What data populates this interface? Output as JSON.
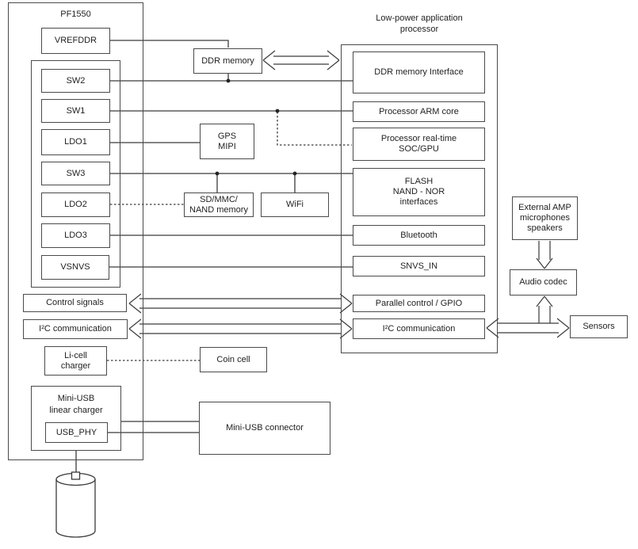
{
  "colors": {
    "background": "#ffffff",
    "line": "#3a3a3a",
    "box_border": "#4a4a4a",
    "text": "#1f1f1f"
  },
  "pf1550": {
    "title": "PF1550",
    "vrefddr": "VREFDDR",
    "regulators": [
      "SW2",
      "SW1",
      "LDO1",
      "SW3",
      "LDO2",
      "LDO3",
      "VSNVS"
    ],
    "control_signals": "Control signals",
    "i2c_communication": "I²C communication",
    "li_cell_charger": "Li-cell\ncharger",
    "mini_usb_linear_charger": "Mini-USB\nlinear charger",
    "usb_phy": "USB_PHY"
  },
  "peripherals": {
    "ddr_memory": "DDR memory",
    "gps_mipi": "GPS\nMIPI",
    "sd_mmc_nand": "SD/MMC/\nNAND memory",
    "wifi": "WiFi",
    "coin_cell": "Coin cell",
    "mini_usb_connector": "Mini-USB connector"
  },
  "processor": {
    "title": "Low-power application\nprocessor",
    "blocks": [
      "DDR memory Interface",
      "Processor ARM core",
      "Processor real-time\nSOC/GPU",
      "FLASH\nNAND - NOR\ninterfaces",
      "Bluetooth",
      "SNVS_IN",
      "Parallel control / GPIO",
      "I²C communication"
    ]
  },
  "audio": {
    "external_amp": "External AMP\nmicrophones\nspeakers",
    "audio_codec": "Audio codec",
    "sensors": "Sensors"
  }
}
